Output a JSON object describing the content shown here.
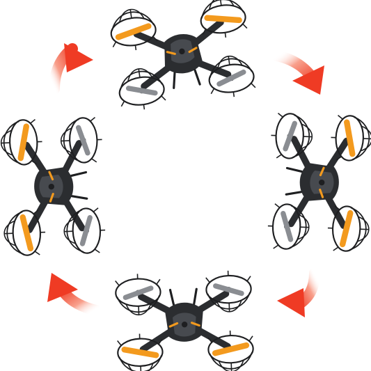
{
  "scene": {
    "subject": "quadcopter-drone",
    "drone_count": 4,
    "arrow_count": 4,
    "rotation_direction": "clockwise",
    "colors": {
      "background": "#ffffff",
      "drone_body": "#2b2d30",
      "drone_body_highlight": "#474a4f",
      "guard_cage": "#1e1f21",
      "accent_orange": "#f39a1e",
      "arrow_red": "#ef3b24",
      "arrow_fade": "#ffd9cf"
    }
  }
}
